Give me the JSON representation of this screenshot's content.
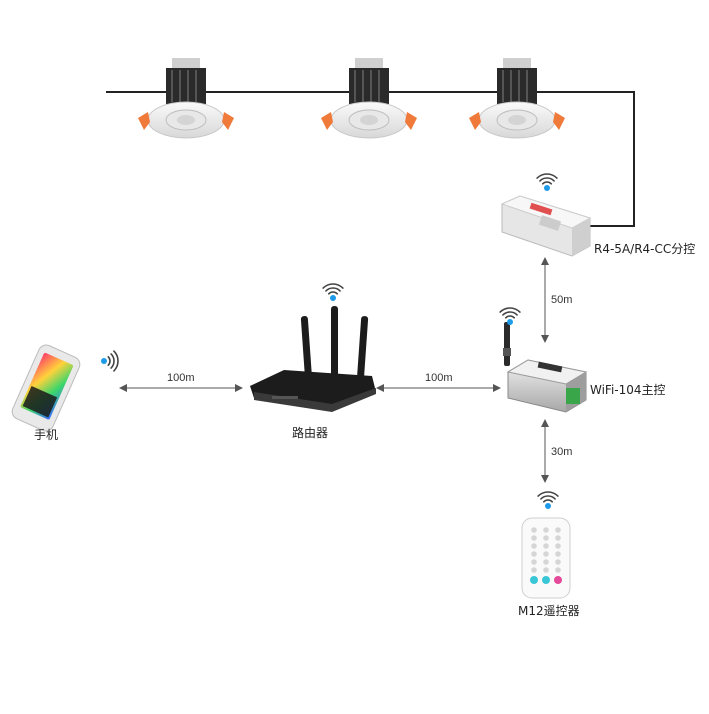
{
  "devices": {
    "phone_label": "手机",
    "router_label": "路由器",
    "wifi_master_label": "WiFi-104主控",
    "r4_label": "R4-5A/R4-CC分控",
    "remote_label": "M12遥控器"
  },
  "distances": {
    "phone_router": "100m",
    "router_master": "100m",
    "master_r4": "50m",
    "master_remote": "30m"
  },
  "colors": {
    "wire": "#222222",
    "wifi_blue": "#1e9be8",
    "arrow": "#555555",
    "orange_clip": "#f07a3a",
    "router_black": "#1c1c1c"
  }
}
